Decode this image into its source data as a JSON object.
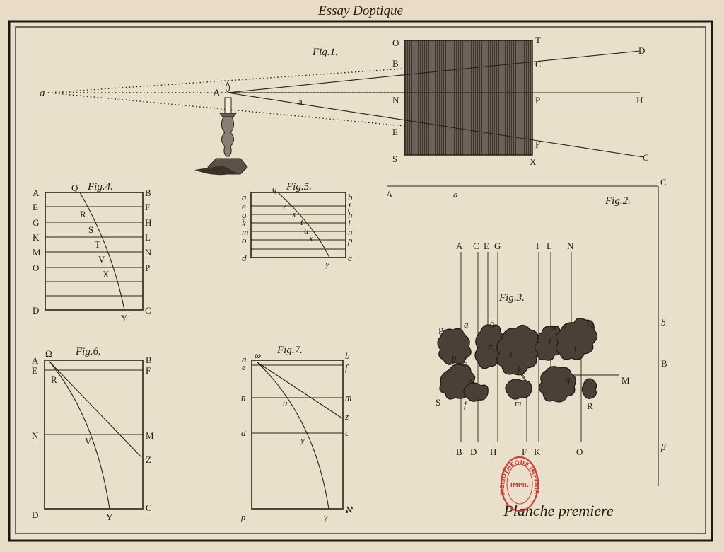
{
  "header": {
    "title": "Essay Doptique"
  },
  "caption": "Planche premiere",
  "stamp": {
    "text": "BIBLIOTHÈQUE IMPÉRIALE",
    "center": "IMPR."
  },
  "colors": {
    "paper": "#e9dcc6",
    "ink": "#2a2018",
    "stamp": "#c8413a",
    "shade": "#55493f"
  },
  "fig1": {
    "title": "Fig.1.",
    "labels": {
      "a_far": "a",
      "A": "A",
      "a_near": "a",
      "O": "O",
      "T": "T",
      "B": "B",
      "C": "C",
      "N": "N",
      "P": "P",
      "E": "E",
      "F": "F",
      "S": "S",
      "X": "X",
      "D": "D",
      "H": "H",
      "C_end": "C"
    }
  },
  "fig2": {
    "title": "Fig.2.",
    "labels": {
      "A": "A",
      "a": "a",
      "C": "C",
      "b": "b",
      "B": "B",
      "beta": "β"
    }
  },
  "fig3": {
    "title": "Fig.3.",
    "top": {
      "A": "A",
      "C": "C",
      "E": "E",
      "G": "G",
      "I": "I",
      "L": "L",
      "N": "N"
    },
    "bottom": {
      "B": "B",
      "D": "D",
      "H": "H",
      "F": "F",
      "K": "K",
      "O": "O"
    },
    "side": {
      "P": "P",
      "Q": "Q",
      "S": "S",
      "M": "M",
      "R": "R"
    },
    "inner": {
      "a": "a",
      "b": "b",
      "c": "c",
      "e": "e",
      "f": "f",
      "g": "g",
      "h": "h",
      "i": "i",
      "k": "k",
      "l": "l",
      "m": "m",
      "n": "n",
      "s": "s",
      "t": "t",
      "q": "q"
    }
  },
  "fig4": {
    "title": "Fig.4.",
    "left": [
      "A",
      "E",
      "G",
      "K",
      "M",
      "O",
      "D"
    ],
    "right": [
      "B",
      "F",
      "H",
      "L",
      "N",
      "P",
      "C"
    ],
    "top": "Q",
    "curve": [
      "R",
      "S",
      "T",
      "V",
      "X"
    ],
    "bottom": "Y"
  },
  "fig5": {
    "title": "Fig.5.",
    "left": [
      "a",
      "e",
      "g",
      "k",
      "m",
      "o",
      "d"
    ],
    "right": [
      "b",
      "f",
      "h",
      "l",
      "n",
      "p",
      "c"
    ],
    "top": "q",
    "curve": [
      "r",
      "s",
      "t",
      "u",
      "x"
    ],
    "bottom": "y"
  },
  "fig6": {
    "title": "Fig.6.",
    "labels": {
      "A": "A",
      "omega": "Ω",
      "B": "B",
      "E": "E",
      "F": "F",
      "R": "R",
      "N": "N",
      "M": "M",
      "V": "V",
      "Z": "Z",
      "D": "D",
      "Y": "Y",
      "C": "C"
    }
  },
  "fig7": {
    "title": "Fig.7.",
    "labels": {
      "a": "a",
      "omega": "ω",
      "b": "b",
      "e": "e",
      "f": "f",
      "n": "n",
      "u": "u",
      "m": "m",
      "z": "z",
      "d": "d",
      "y": "y",
      "c": "c",
      "dl": "ɲ",
      "ybot": "γ",
      "cr": "ℵ"
    }
  }
}
